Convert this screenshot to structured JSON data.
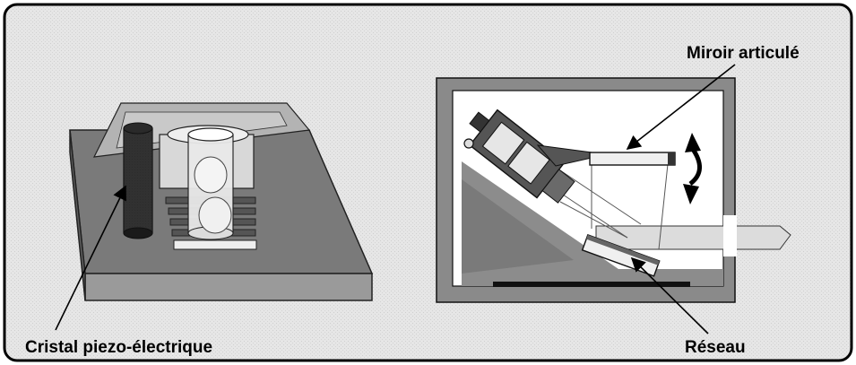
{
  "labels": {
    "mirror": "Miroir articulé",
    "crystal": "Cristal piezo-électrique",
    "grating": "Réseau"
  },
  "colors": {
    "frame": "#000000",
    "background": "#e9e9e9",
    "dark_gray": "#4a4a4a",
    "mid_gray": "#8c8c8c",
    "light_gray": "#c8c8c8",
    "white": "#ffffff"
  }
}
